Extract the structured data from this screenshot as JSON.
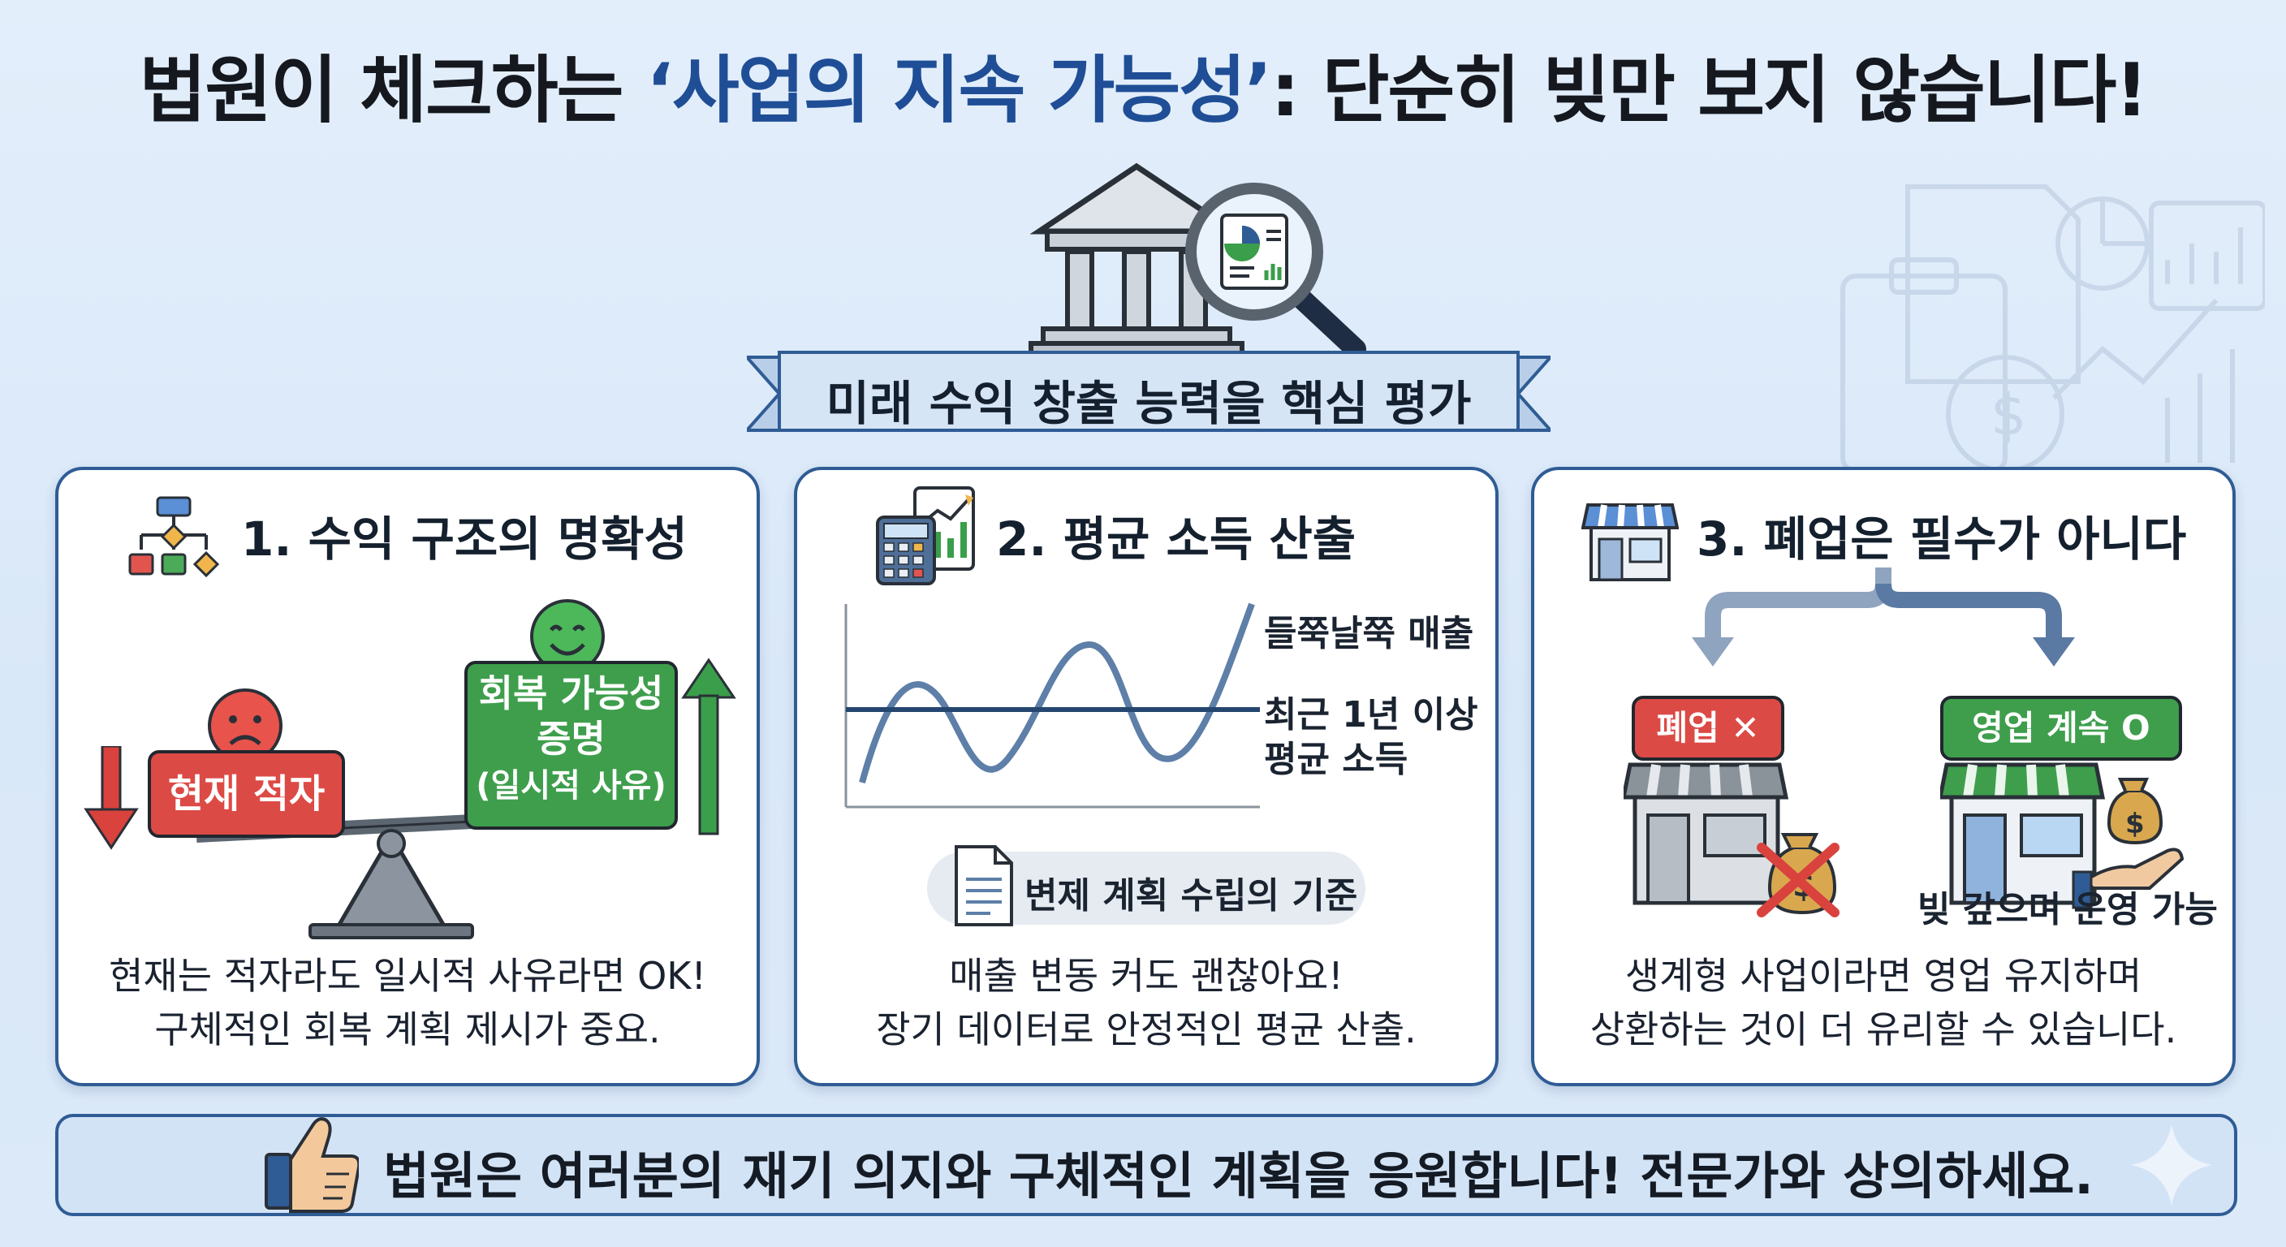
{
  "title": {
    "prefix": "법원이 체크하는 ",
    "highlight": "‘사업의 지속 가능성’",
    "suffix": ": 단순히 빚만 보지 않습니다!"
  },
  "banner": {
    "text": "미래 수익 창출 능력을 핵심 평가"
  },
  "cards": [
    {
      "title": "1. 수익 구조의 명확성",
      "current_label": "현재 적자",
      "recovery_label_1": "회복 가능성",
      "recovery_label_2": "증명",
      "recovery_label_3": "(일시적 사유)",
      "desc_1": "현재는 적자라도 일시적 사유라면 OK!",
      "desc_2": "구체적인 회복 계획 제시가 중요."
    },
    {
      "title": "2. 평균 소득 산출",
      "wave_label": "들쭉날쭉 매출",
      "avg_label_1": "최근 1년 이상",
      "avg_label_2": "평균 소득",
      "pill_label": "변제 계획 수립의 기준",
      "desc_1": "매출 변동 커도 괜찮아요!",
      "desc_2": "장기 데이터로 안정적인 평균 산출."
    },
    {
      "title": "3. 폐업은 필수가 아니다",
      "closed_label": "폐업 ✕",
      "open_label": "영업 계속 O",
      "open_caption": "빚 갚으며 운영 가능",
      "desc_1": "생계형 사업이라면 영업 유지하며",
      "desc_2": "상환하는 것이 더 유리할 수 있습니다."
    }
  ],
  "footer": {
    "text": "법원은 여러분의 재기 의지와 구체적인 계획을 응원합니다! 전문가와 상의하세요."
  },
  "colors": {
    "accent_blue": "#1f4e96",
    "border_blue": "#2f5c95",
    "red": "#d9423d",
    "green": "#3a9e4a"
  },
  "icons": [
    "bank-icon",
    "magnifier-icon",
    "flowchart-icon",
    "sad-face-icon",
    "smile-face-icon",
    "scale-icon",
    "calculator-chart-icon",
    "document-icon",
    "storefront-icon",
    "money-bag-icon",
    "hand-money-icon",
    "thumbs-up-icon",
    "sparkle-icon"
  ]
}
